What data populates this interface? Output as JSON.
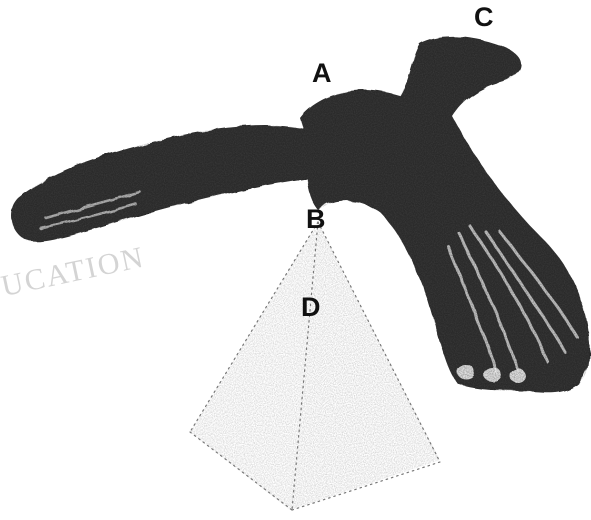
{
  "labels": {
    "a": "A",
    "b": "B",
    "c": "C",
    "d": "D"
  },
  "watermark": "UCATION",
  "colors": {
    "bird": "#2b2b2b",
    "bird_texture": "#4a4a4a",
    "pyramid_dots": "#6e6e6e",
    "label": "#111111",
    "watermark": "#d4d4d4"
  }
}
